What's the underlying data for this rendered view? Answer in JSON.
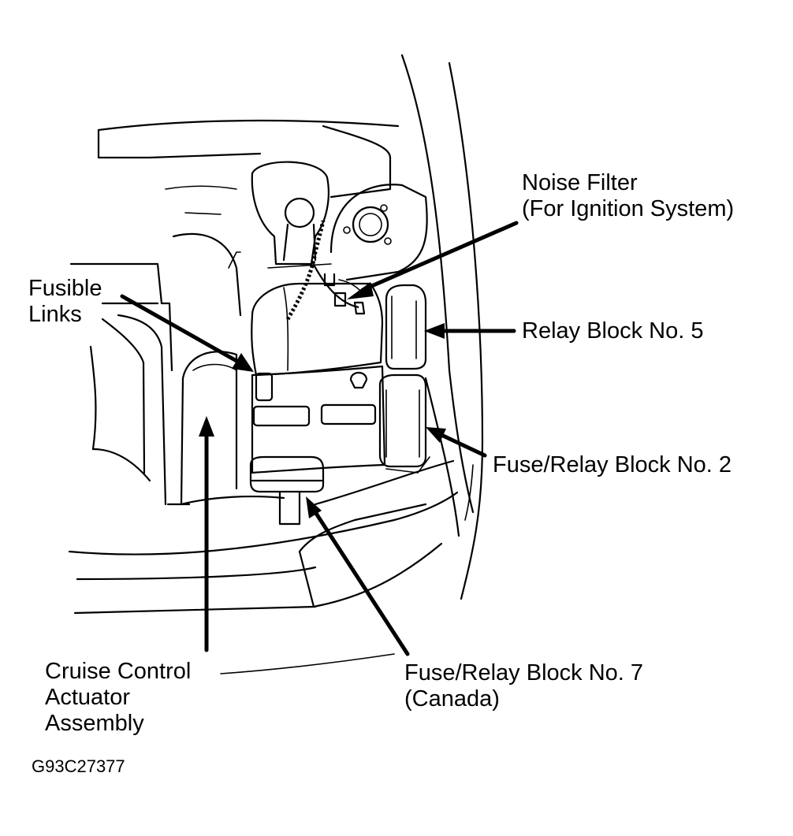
{
  "labels": {
    "noise_filter": [
      "Noise Filter",
      "(For Ignition System)"
    ],
    "fusible_links": [
      "Fusible",
      "Links"
    ],
    "relay_block_5": [
      "Relay Block No. 5"
    ],
    "fuse_relay_block_2": [
      "Fuse/Relay Block No. 2"
    ],
    "cruise_control": [
      "Cruise Control",
      "Actuator",
      "Assembly"
    ],
    "fuse_relay_block_7": [
      "Fuse/Relay Block No. 7",
      "(Canada)"
    ]
  },
  "figure_code": "G93C27377"
}
